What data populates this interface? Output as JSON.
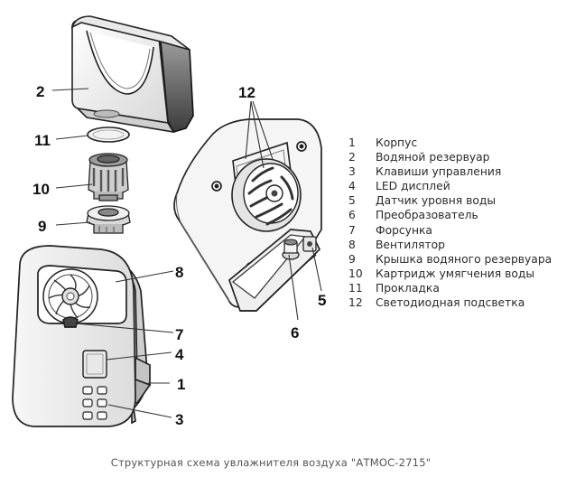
{
  "diagram": {
    "caption": "Структурная схема увлажнителя воздуха \"АТМОС-2715\"",
    "callouts": {
      "c1": "1",
      "c2": "2",
      "c3": "3",
      "c4": "4",
      "c5": "5",
      "c6": "6",
      "c7": "7",
      "c8": "8",
      "c9": "9",
      "c10": "10",
      "c11": "11",
      "c12": "12"
    },
    "legend": [
      {
        "num": "1",
        "text": "Корпус"
      },
      {
        "num": "2",
        "text": "Водяной резервуар"
      },
      {
        "num": "3",
        "text": "Клавиши управления"
      },
      {
        "num": "4",
        "text": "LED дисплей"
      },
      {
        "num": "5",
        "text": "Датчик уровня воды"
      },
      {
        "num": "6",
        "text": "Преобразователь"
      },
      {
        "num": "7",
        "text": "Форсунка"
      },
      {
        "num": "8",
        "text": "Вентилятор"
      },
      {
        "num": "9",
        "text": "Крышка водяного резервуара"
      },
      {
        "num": "10",
        "text": "Картридж умягчения воды"
      },
      {
        "num": "11",
        "text": "Прокладка"
      },
      {
        "num": "12",
        "text": "Светодиодная подсветка"
      }
    ]
  }
}
